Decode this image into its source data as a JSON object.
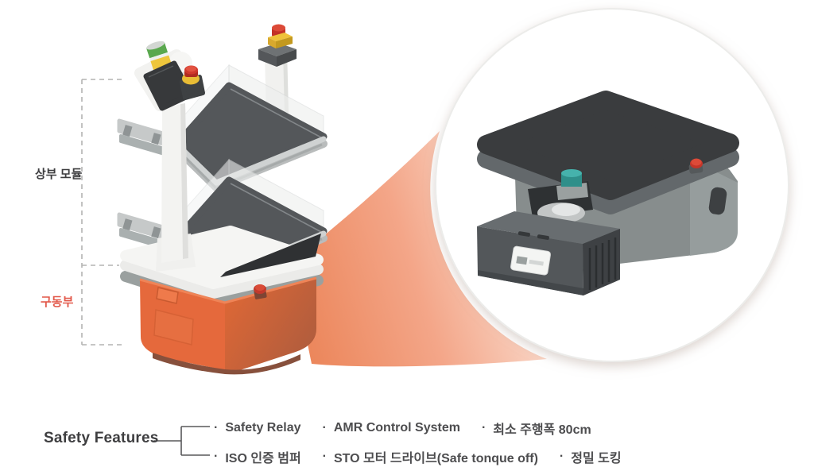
{
  "diagram": {
    "labels": {
      "upper_module": "상부 모듈",
      "drive_unit": "구동부"
    },
    "colors": {
      "drive_unit_label": "#e2584a",
      "base_orange": "#e5693c",
      "beam_start": "#eb8154",
      "beam_end": "#fbe7dc",
      "text_dark": "#3e3e40",
      "text_gray": "#4d4d4f",
      "dashed_line": "#b4b4b2"
    }
  },
  "safety_features": {
    "title": "Safety Features",
    "bullet": "·",
    "rows": [
      [
        "Safety Relay",
        "AMR Control System",
        "최소 주행폭 80cm"
      ],
      [
        "ISO 인증 범퍼",
        "STO 모터 드라이브(Safe tonque off)",
        "정밀 도킹"
      ]
    ]
  }
}
